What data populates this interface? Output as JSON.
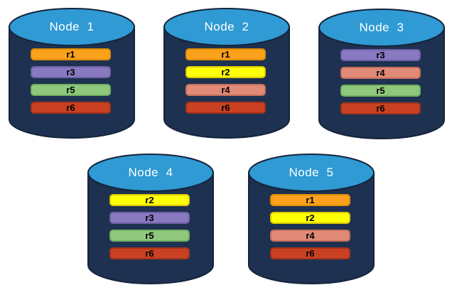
{
  "diagram": {
    "description": "Five database nodes with replicated partitions",
    "cylinder": {
      "body_color": "#1E3150",
      "outline_color": "#15243C",
      "top_color": "#2F9AD3",
      "title_color": "#FFFFFF"
    },
    "bar_label_color": "#000000",
    "replica_colors": {
      "r1": {
        "fill": "#FCA11C",
        "border": "#E08E06"
      },
      "r2": {
        "fill": "#FFFF05",
        "border": "#DCCB00"
      },
      "r3": {
        "fill": "#8979C1",
        "border": "#7061A8"
      },
      "r4": {
        "fill": "#E08A77",
        "border": "#C5705C"
      },
      "r5": {
        "fill": "#8FC87D",
        "border": "#72AF5F"
      },
      "r6": {
        "fill": "#C94122",
        "border": "#A5331A"
      }
    },
    "nodes": [
      {
        "id": "node-1",
        "title": "Node  1",
        "replicas": [
          "r1",
          "r3",
          "r5",
          "r6"
        ]
      },
      {
        "id": "node-2",
        "title": "Node  2",
        "replicas": [
          "r1",
          "r2",
          "r4",
          "r6"
        ]
      },
      {
        "id": "node-3",
        "title": "Node  3",
        "replicas": [
          "r3",
          "r4",
          "r5",
          "r6"
        ]
      },
      {
        "id": "node-4",
        "title": "Node  4",
        "replicas": [
          "r2",
          "r3",
          "r5",
          "r6"
        ]
      },
      {
        "id": "node-5",
        "title": "Node  5",
        "replicas": [
          "r1",
          "r2",
          "r4",
          "r6"
        ]
      }
    ]
  }
}
